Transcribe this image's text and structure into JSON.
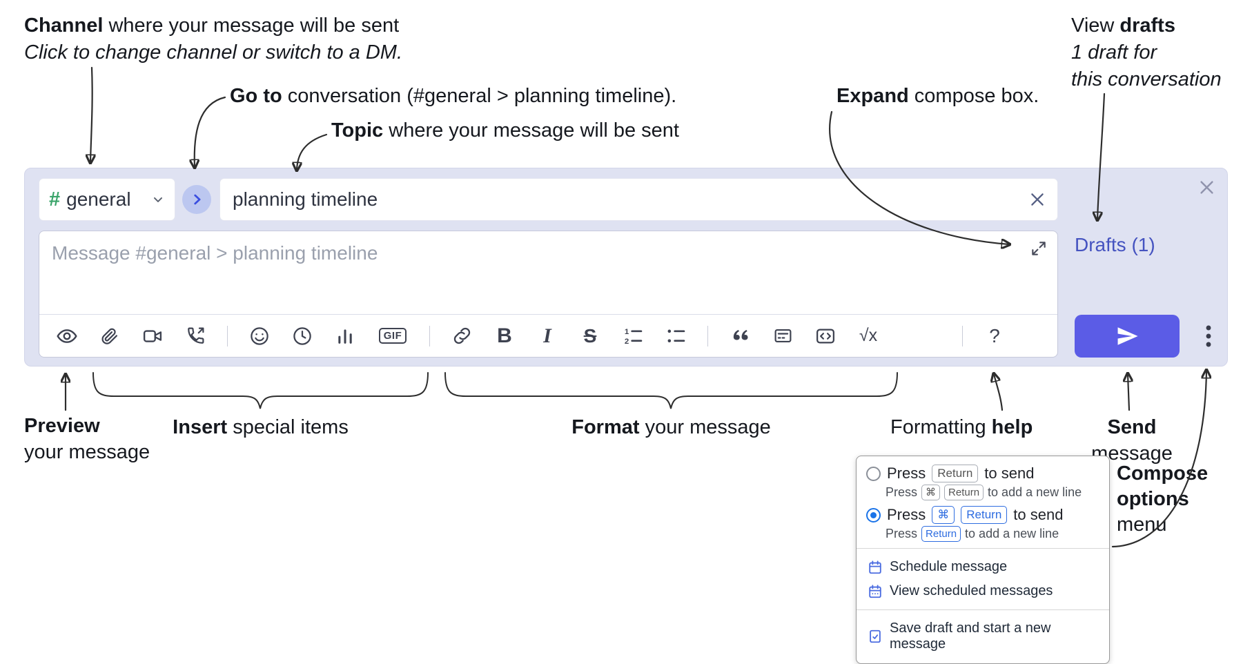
{
  "annotations": {
    "channel_line1_bold": "Channel",
    "channel_line1_rest": " where your message will be sent",
    "channel_line2": "Click to change channel or switch to a DM.",
    "goto_bold": "Go to",
    "goto_rest": " conversation (#general > planning timeline).",
    "topic_bold": "Topic",
    "topic_rest": " where your message will be sent",
    "expand_bold": "Expand",
    "expand_rest": " compose box.",
    "drafts_line1_pre": "View ",
    "drafts_line1_bold": "drafts",
    "drafts_line2": "1 draft for",
    "drafts_line3": "this conversation",
    "preview_bold": "Preview",
    "preview_line2": "your message",
    "insert_bold": "Insert",
    "insert_rest": " special items",
    "format_bold": "Format",
    "format_rest": " your message",
    "help_pre": "Formatting ",
    "help_bold": "help",
    "send_bold": "Send",
    "send_rest": " message",
    "compose_options_line1": "Compose",
    "compose_options_line2": "options",
    "compose_options_line3": "menu"
  },
  "compose": {
    "channel_hash": "#",
    "channel_name": "general",
    "topic_value": "planning timeline",
    "message_placeholder": "Message #general > planning timeline",
    "drafts_link": "Drafts (1)"
  },
  "toolbar": {
    "bold_label": "B",
    "italic_label": "I",
    "strike_label": "S",
    "gif_label": "GIF",
    "math_label": "√x",
    "help_label": "?"
  },
  "menu": {
    "option1_press": "Press",
    "option1_key": "Return",
    "option1_suffix": "to send",
    "option1_sub_press": "Press",
    "option1_sub_key1": "⌘",
    "option1_sub_key2": "Return",
    "option1_sub_suffix": "to add a new line",
    "option2_press": "Press",
    "option2_key1": "⌘",
    "option2_key2": "Return",
    "option2_suffix": "to send",
    "option2_sub_press": "Press",
    "option2_sub_key": "Return",
    "option2_sub_suffix": "to add a new line",
    "item_schedule": "Schedule message",
    "item_view_scheduled": "View scheduled messages",
    "item_save_draft": "Save draft and start a new message"
  },
  "colors": {
    "compose_bg": "#dfe2f2",
    "send_button": "#5b5ce6",
    "drafts_link": "#4553c0",
    "channel_hash": "#3aa46a",
    "radio_selected": "#1a73e8",
    "key_blue": "#2d6ce0"
  }
}
